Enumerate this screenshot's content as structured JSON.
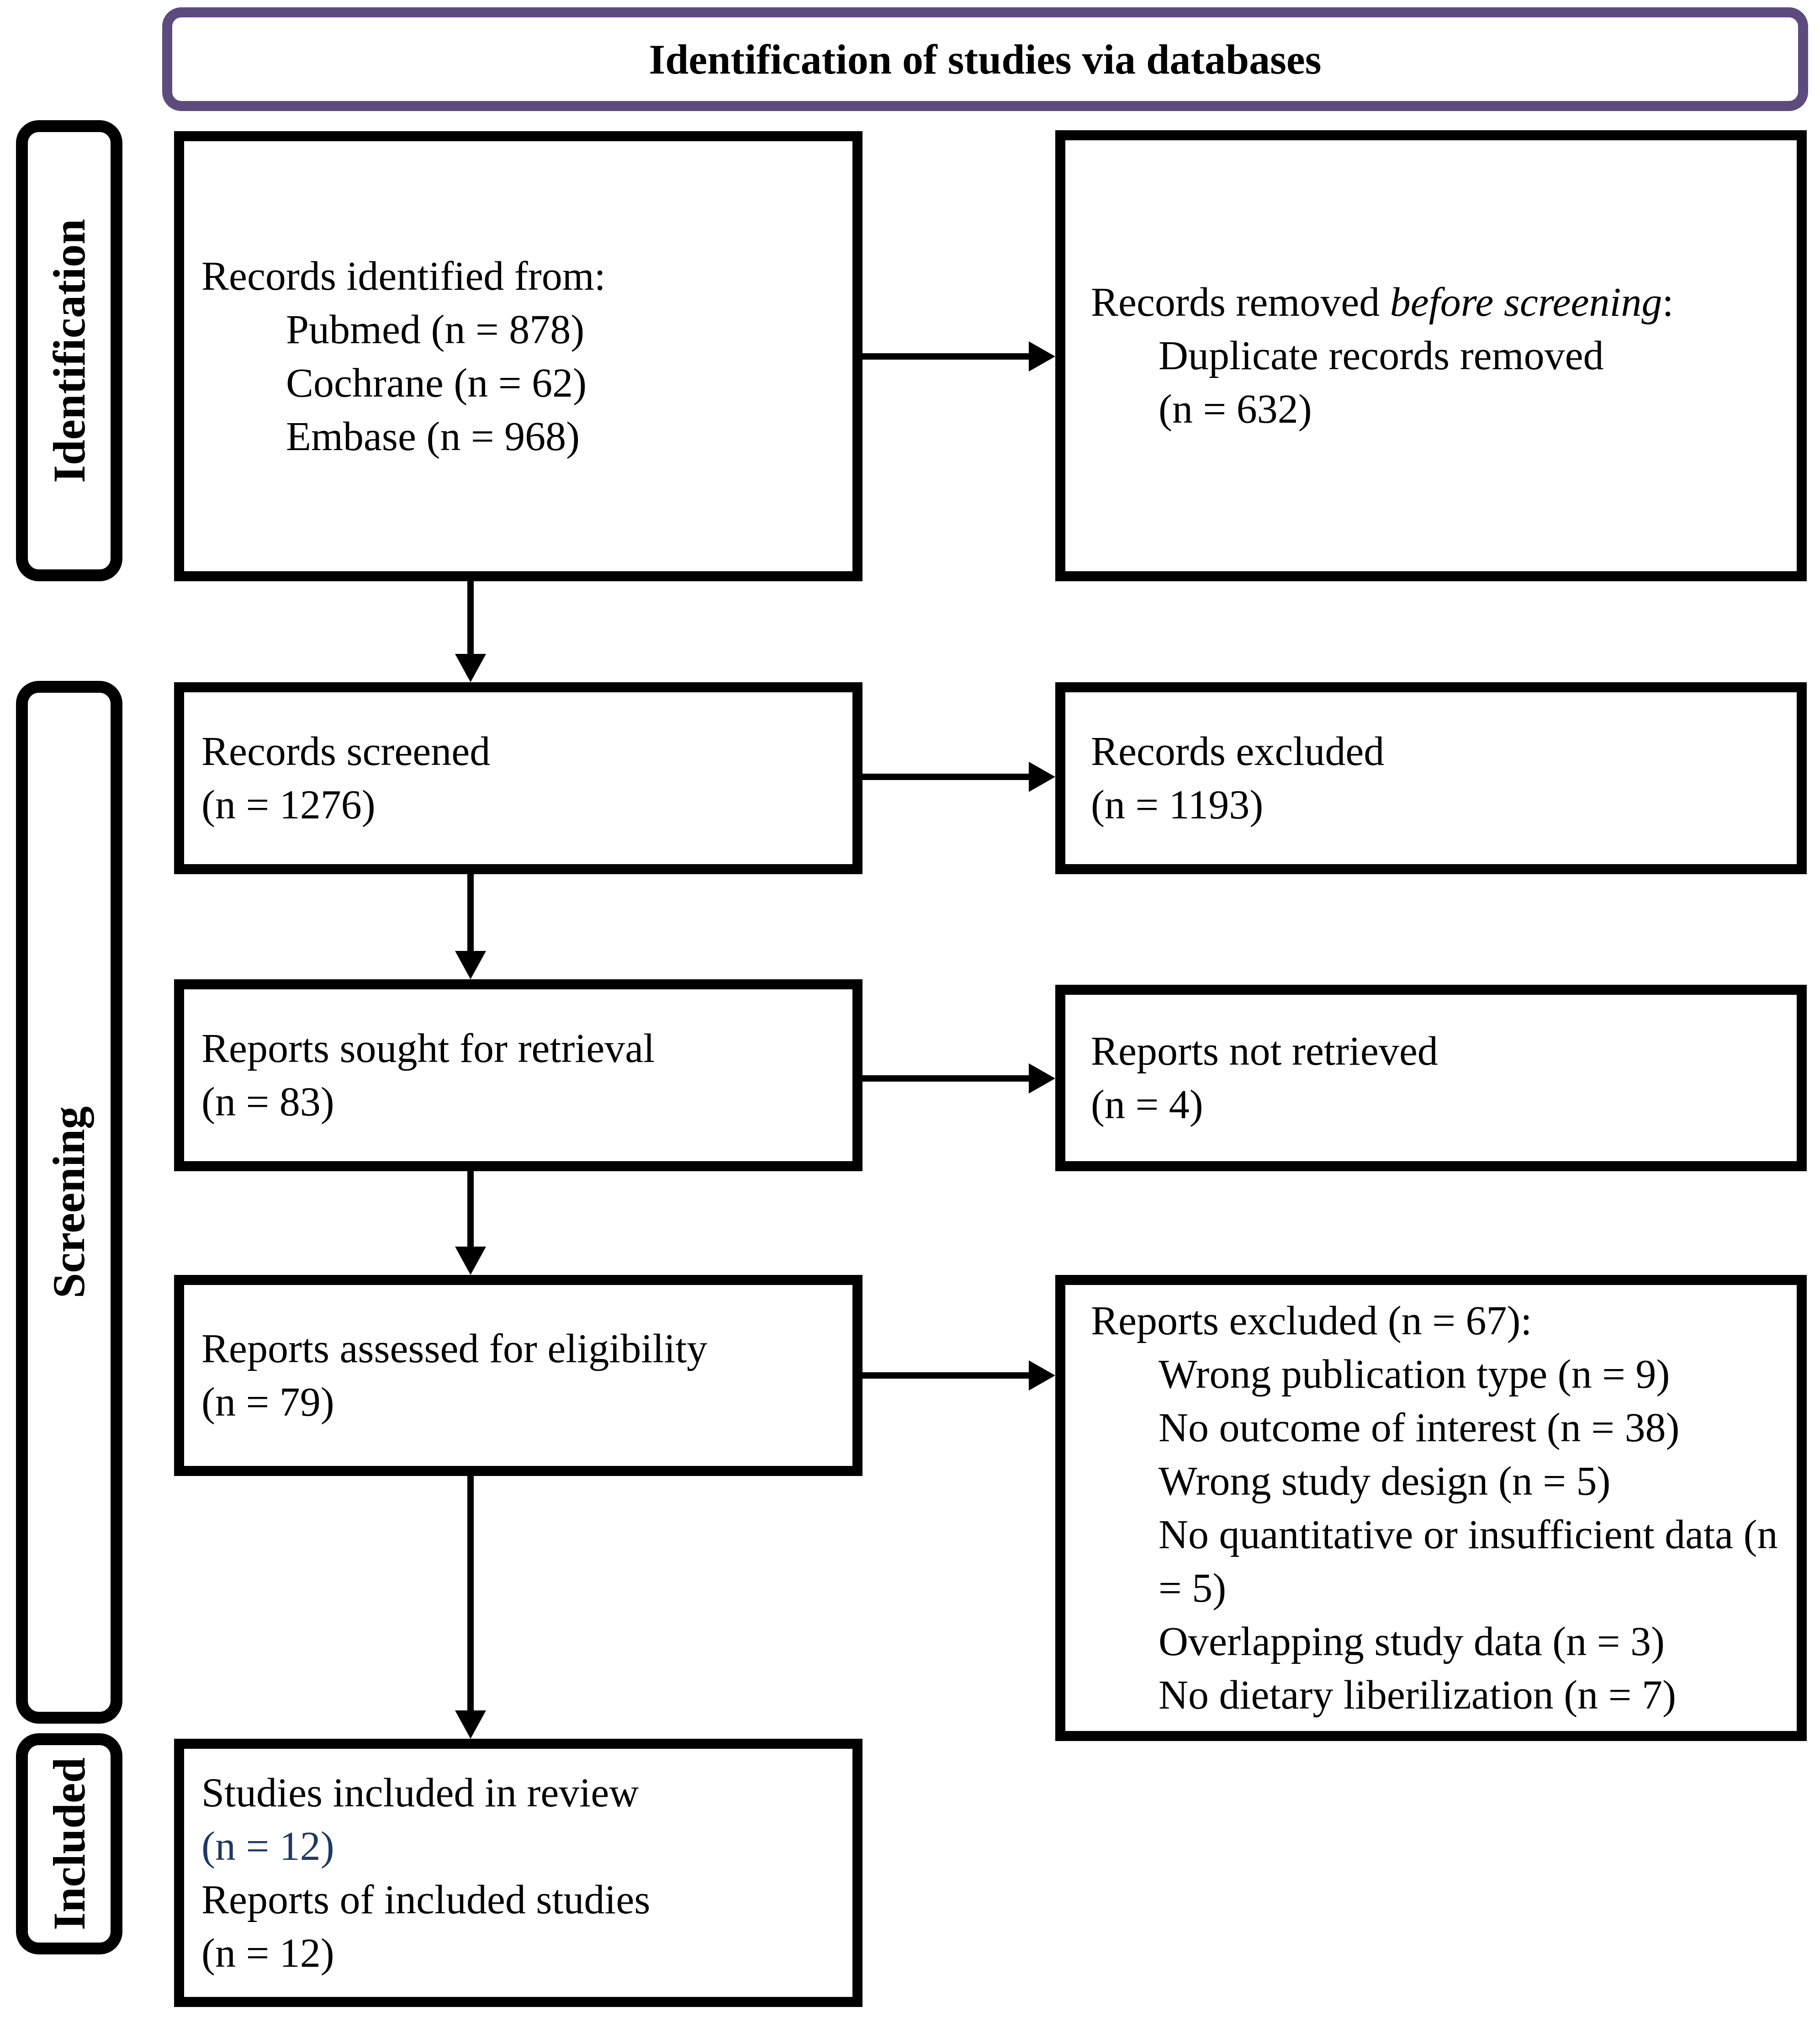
{
  "title": "Identification of studies via databases",
  "colors": {
    "title_border": "#5E4B7D",
    "included_count": "#1F3864"
  },
  "phases": {
    "identification": "Identification",
    "screening": "Screening",
    "included": "Included"
  },
  "flow": {
    "records_identified": {
      "heading": "Records identified from:",
      "sources": [
        "Pubmed (n = 878)",
        "Cochrane (n = 62)",
        "Embase (n = 968)"
      ]
    },
    "records_removed": {
      "heading_prefix": "Records removed ",
      "heading_italic": "before screening",
      "heading_suffix": ":",
      "detail": "Duplicate records removed",
      "count": "(n = 632)"
    },
    "records_screened": {
      "label": "Records screened",
      "count": "(n = 1276)"
    },
    "records_excluded": {
      "label": "Records excluded",
      "count": "(n = 1193)"
    },
    "reports_sought": {
      "label": "Reports sought for retrieval",
      "count": "(n = 83)"
    },
    "reports_not_retrieved": {
      "label": "Reports not retrieved",
      "count": "(n = 4)"
    },
    "reports_assessed": {
      "label": "Reports assessed for eligibility",
      "count": "(n = 79)"
    },
    "reports_excluded": {
      "heading": "Reports excluded (n = 67):",
      "reasons": [
        "Wrong publication type (n = 9)",
        "No outcome of interest (n = 38)",
        "Wrong study design (n = 5)",
        "No quantitative or insufficient data (n = 5)",
        "Overlapping study data (n = 3)",
        "No dietary liberilization (n = 7)"
      ]
    },
    "studies_included": {
      "line1": "Studies included in review",
      "count1": "(n = 12)",
      "line2": "Reports of included studies",
      "count2": "(n = 12)"
    }
  }
}
